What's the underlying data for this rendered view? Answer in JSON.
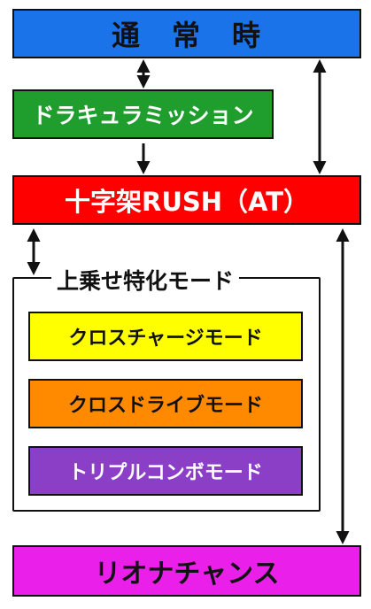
{
  "colors": {
    "normal": "#1a73e8",
    "dracula": "#1f9e2e",
    "rush": "#ff0000",
    "cross_charge": "#ffff00",
    "cross_drive": "#ff8a00",
    "triple_combo": "#8b3fc6",
    "rionna": "#ea1fea"
  },
  "nodes": {
    "normal": "通　常　時",
    "dracula": "ドラキュラミッション",
    "rush": "十字架RUSH（AT）",
    "rionna": "リオナチャンス"
  },
  "group": {
    "title": "上乗せ特化モード",
    "modes": [
      "クロスチャージモード",
      "クロスドライブモード",
      "トリプルコンボモード"
    ]
  }
}
